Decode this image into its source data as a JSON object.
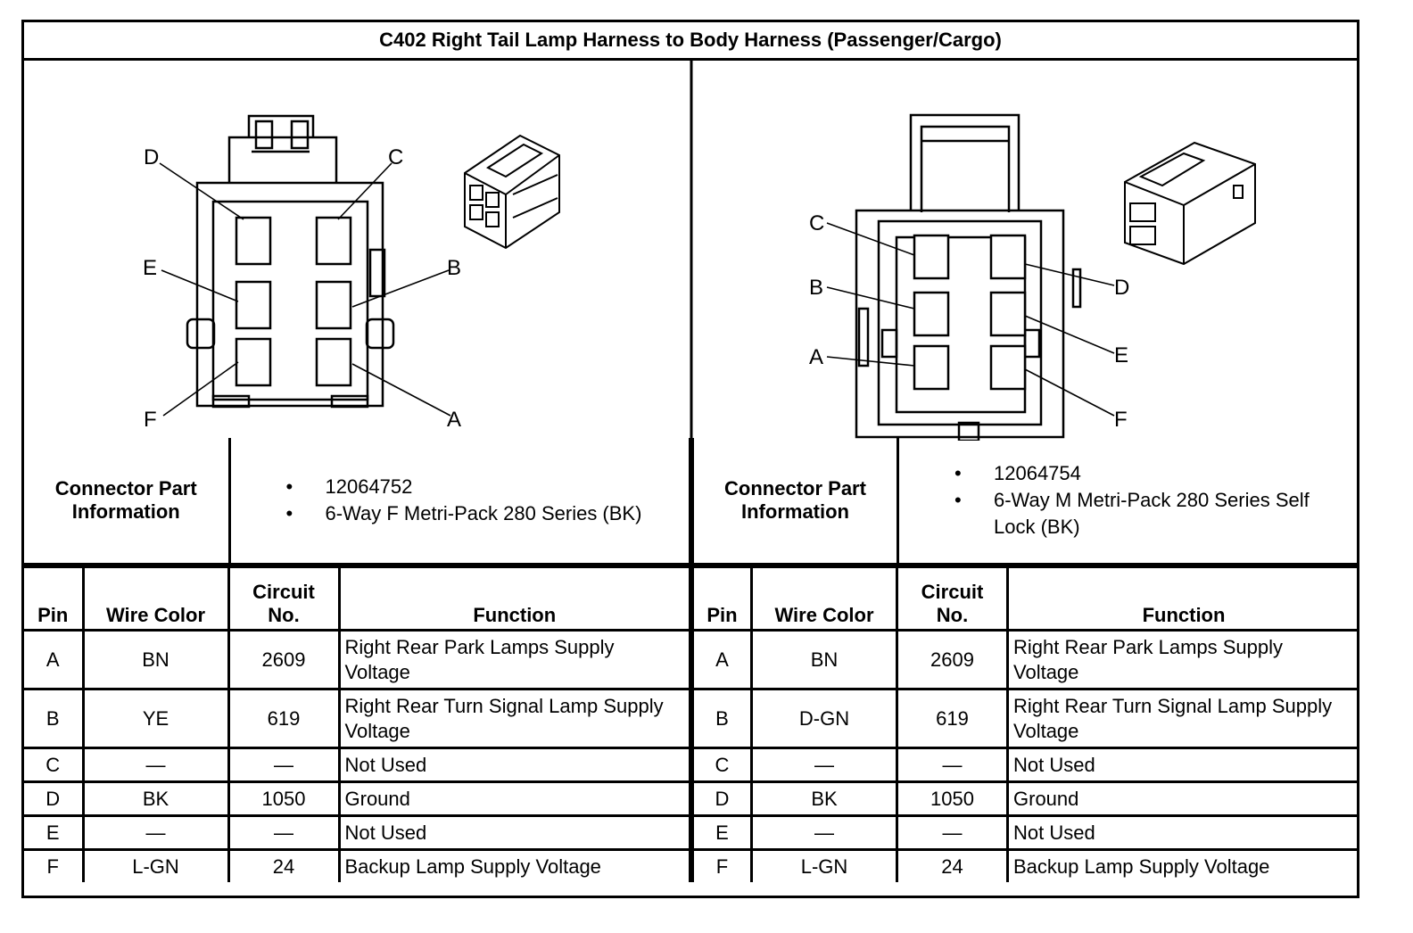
{
  "title": "C402 Right Tail Lamp Harness to Body Harness (Passenger/Cargo)",
  "left": {
    "cavity_labels": [
      "D",
      "C",
      "E",
      "B",
      "F",
      "A"
    ],
    "connector_label": "Connector Part Information",
    "part_info": [
      "12064752",
      "6-Way F Metri-Pack 280 Series (BK)"
    ],
    "headers": {
      "pin": "Pin",
      "wire_color": "Wire Color",
      "circuit": "Circuit No.",
      "function": "Function"
    },
    "rows": [
      {
        "pin": "A",
        "wire": "BN",
        "circuit": "2609",
        "function": "Right Rear Park Lamps Supply Voltage"
      },
      {
        "pin": "B",
        "wire": "YE",
        "circuit": "619",
        "function": "Right Rear Turn Signal Lamp Supply Voltage"
      },
      {
        "pin": "C",
        "wire": "—",
        "circuit": "—",
        "function": "Not Used"
      },
      {
        "pin": "D",
        "wire": "BK",
        "circuit": "1050",
        "function": "Ground"
      },
      {
        "pin": "E",
        "wire": "—",
        "circuit": "—",
        "function": "Not Used"
      },
      {
        "pin": "F",
        "wire": "L-GN",
        "circuit": "24",
        "function": "Backup Lamp Supply Voltage"
      }
    ]
  },
  "right": {
    "cavity_labels": [
      "C",
      "D",
      "B",
      "E",
      "A",
      "F"
    ],
    "connector_label": "Connector Part Information",
    "part_info": [
      "12064754",
      "6-Way M Metri-Pack 280 Series Self Lock (BK)"
    ],
    "headers": {
      "pin": "Pin",
      "wire_color": "Wire Color",
      "circuit": "Circuit No.",
      "function": "Function"
    },
    "rows": [
      {
        "pin": "A",
        "wire": "BN",
        "circuit": "2609",
        "function": "Right Rear Park Lamps Supply Voltage"
      },
      {
        "pin": "B",
        "wire": "D-GN",
        "circuit": "619",
        "function": "Right Rear Turn Signal Lamp Supply Voltage"
      },
      {
        "pin": "C",
        "wire": "—",
        "circuit": "—",
        "function": "Not Used"
      },
      {
        "pin": "D",
        "wire": "BK",
        "circuit": "1050",
        "function": "Ground"
      },
      {
        "pin": "E",
        "wire": "—",
        "circuit": "—",
        "function": "Not Used"
      },
      {
        "pin": "F",
        "wire": "L-GN",
        "circuit": "24",
        "function": "Backup Lamp Supply Voltage"
      }
    ]
  }
}
